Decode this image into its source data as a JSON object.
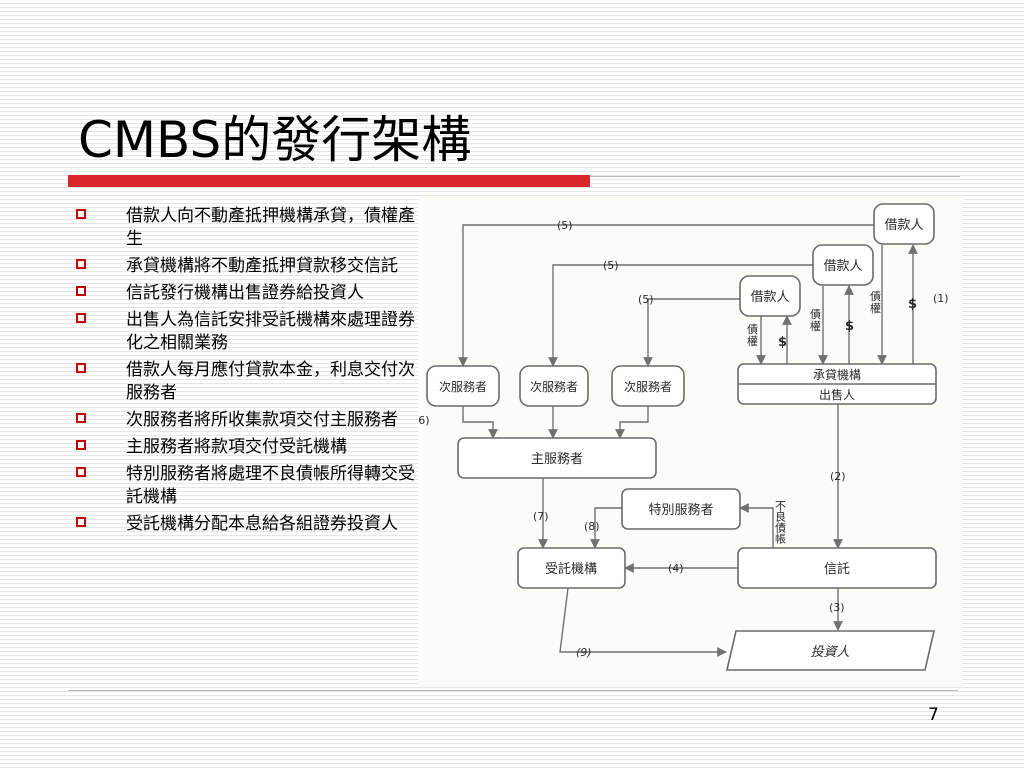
{
  "slide": {
    "title": "CMBS的發行架構",
    "page_number": "7"
  },
  "bullets": [
    "借款人向不動產抵押機構承貸，債權產生",
    "承貸機構將不動產抵押貸款移交信託",
    "信託發行機構出售證券給投資人",
    "出售人為信託安排受託機構來處理證券化之相關業務",
    "借款人每月應付貸款本金，利息交付次服務者",
    "次服務者將所收集款項交付主服務者",
    "主服務者將款項交付受託機構",
    "特別服務者將處理不良債帳所得轉交受託機構",
    "受託機構分配本息給各組證券投資人"
  ],
  "diagram": {
    "borrower": "借款人",
    "sub_servicer": "次服務者",
    "lender": "承貸機構",
    "seller": "出售人",
    "master_servicer": "主服務者",
    "special_servicer": "特別服務者",
    "trustee": "受託機構",
    "trust": "信託",
    "investor": "投資人",
    "claim": "債權",
    "dollar": "$",
    "bad_debt": "不良債帳",
    "step_labels": {
      "s1": "(1)",
      "s2": "(2)",
      "s3": "(3)",
      "s4": "(4)",
      "s5": "(5)",
      "s6": "(6)",
      "s7": "(7)",
      "s8": "(8)",
      "s9": "(9)"
    }
  }
}
